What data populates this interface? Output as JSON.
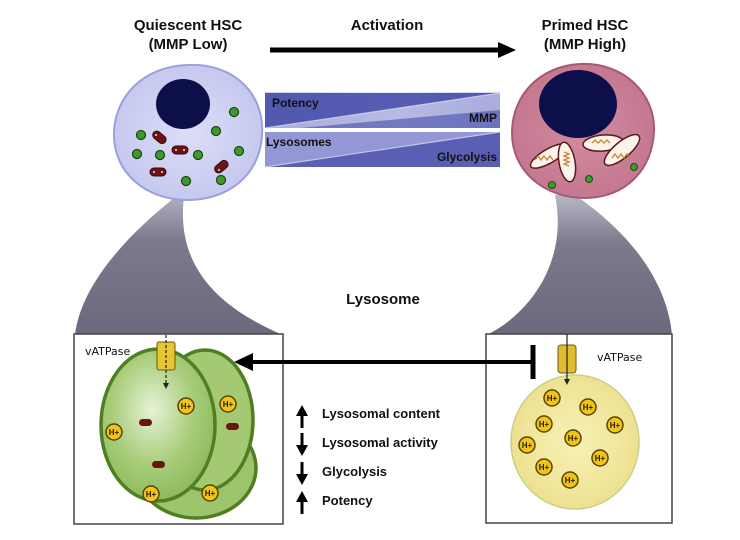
{
  "title": "HSC activation and lysosome regulation",
  "quiescent_cell": {
    "title_line1": "Quiescent HSC",
    "title_line2": "(MMP Low)",
    "fill_color": "#c9ccf0",
    "nucleus_color": "#0d0f4a"
  },
  "primed_cell": {
    "title_line1": "Primed HSC",
    "title_line2": "(MMP High)",
    "fill_color": "#c97a93",
    "nucleus_color": "#0d0f4a"
  },
  "activation_label": "Activation",
  "gradient_panel": {
    "top_left_label": "Potency",
    "top_right_label": "MMP",
    "bottom_left_label": "Lysosomes",
    "bottom_right_label": "Glycolysis",
    "color": "#3d43a6"
  },
  "lysosome_label": "Lysosome",
  "left_box": {
    "pump_label": "vATPase",
    "proton_label": "H+",
    "lysosome_color": "#9cc46a"
  },
  "right_box": {
    "pump_label": "vATPase",
    "proton_label": "H+",
    "lysosome_color": "#efe59a"
  },
  "effects": [
    {
      "direction": "up",
      "label": "Lysosomal content"
    },
    {
      "direction": "down",
      "label": "Lysosomal activity"
    },
    {
      "direction": "down",
      "label": "Glycolysis"
    },
    {
      "direction": "up",
      "label": "Potency"
    }
  ],
  "funnel_color": "#6f6e80"
}
